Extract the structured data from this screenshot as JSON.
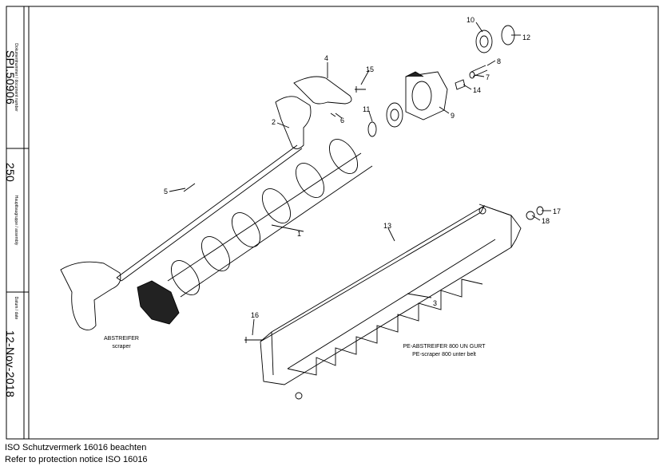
{
  "title_block": {
    "document_number_label": "Dokumentnummer / document number",
    "document_number": "SPI.50906",
    "assembly_label": "Hauptbaugruppe / assembly",
    "assembly": "250",
    "date_label": "Datum / date",
    "date": "12-Nov-2018"
  },
  "callouts": [
    "1",
    "2",
    "3",
    "4",
    "5",
    "6",
    "7",
    "8",
    "9",
    "10",
    "11",
    "12",
    "13",
    "14",
    "15",
    "16",
    "17",
    "18"
  ],
  "captions": {
    "scraper_de": "ABSTREIFER",
    "scraper_en": "scraper",
    "pe_scraper_de": "PE-ABSTREIFER 800 UN GURT",
    "pe_scraper_en": "PE-scraper 800 unter belt"
  },
  "footer": {
    "line1": "ISO Schutzvermerk 16016 beachten",
    "line2": "Refer to protection notice ISO 16016"
  }
}
